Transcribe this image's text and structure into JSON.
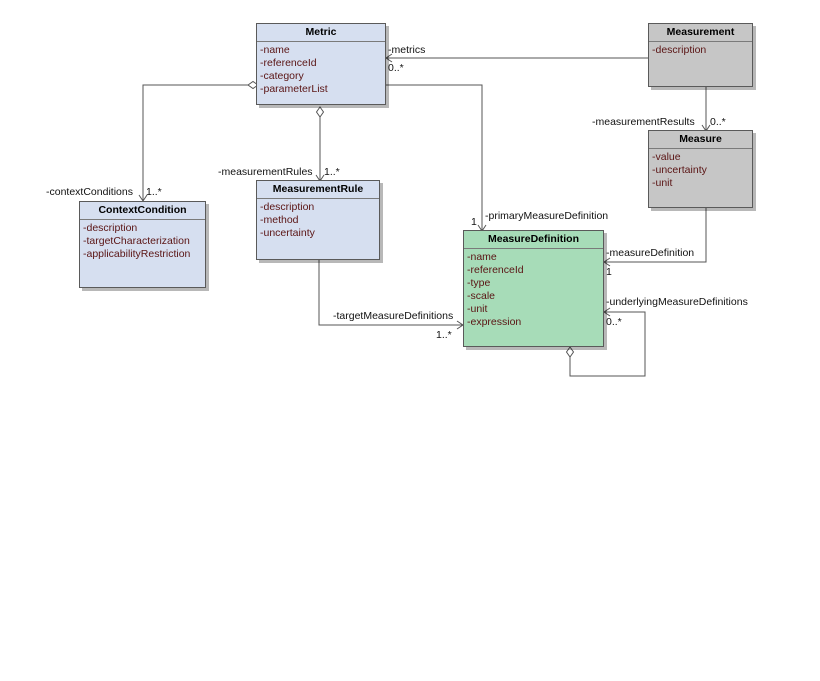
{
  "classes": {
    "metric": {
      "name": "Metric",
      "attributes": [
        "-name",
        "-referenceId",
        "-category",
        "-parameterList"
      ]
    },
    "measurement": {
      "name": "Measurement",
      "attributes": [
        "-description"
      ]
    },
    "measure": {
      "name": "Measure",
      "attributes": [
        "-value",
        "-uncertainty",
        "-unit"
      ]
    },
    "context_condition": {
      "name": "ContextCondition",
      "attributes": [
        "-description",
        "-targetCharacterization",
        "-applicabilityRestriction"
      ]
    },
    "measurement_rule": {
      "name": "MeasurementRule",
      "attributes": [
        "-description",
        "-method",
        "-uncertainty"
      ]
    },
    "measure_definition": {
      "name": "MeasureDefinition",
      "attributes": [
        "-name",
        "-referenceId",
        "-type",
        "-scale",
        "-unit",
        "-expression"
      ]
    }
  },
  "associations": {
    "metrics": {
      "role": "-metrics",
      "multiplicity": "0..*"
    },
    "measurement_results": {
      "role": "-measurementResults",
      "multiplicity": "0..*"
    },
    "context_conditions": {
      "role": "-contextConditions",
      "multiplicity": "1..*"
    },
    "measurement_rules": {
      "role": "-measurementRules",
      "multiplicity": "1..*"
    },
    "primary_measure_definition": {
      "role": "-primaryMeasureDefinition",
      "multiplicity": "1"
    },
    "measure_definition": {
      "role": "-measureDefinition",
      "multiplicity": "1"
    },
    "target_measure_definitions": {
      "role": "-targetMeasureDefinitions",
      "multiplicity": "1..*"
    },
    "underlying_measure_definitions": {
      "role": "-underlyingMeasureDefinitions",
      "multiplicity": "0..*"
    }
  },
  "colors": {
    "metric_fill": "#d6dff0",
    "measurement_fill": "#c6c6c6",
    "measure_definition_fill": "#a7dcb8",
    "attribute_text": "#5a1414"
  }
}
